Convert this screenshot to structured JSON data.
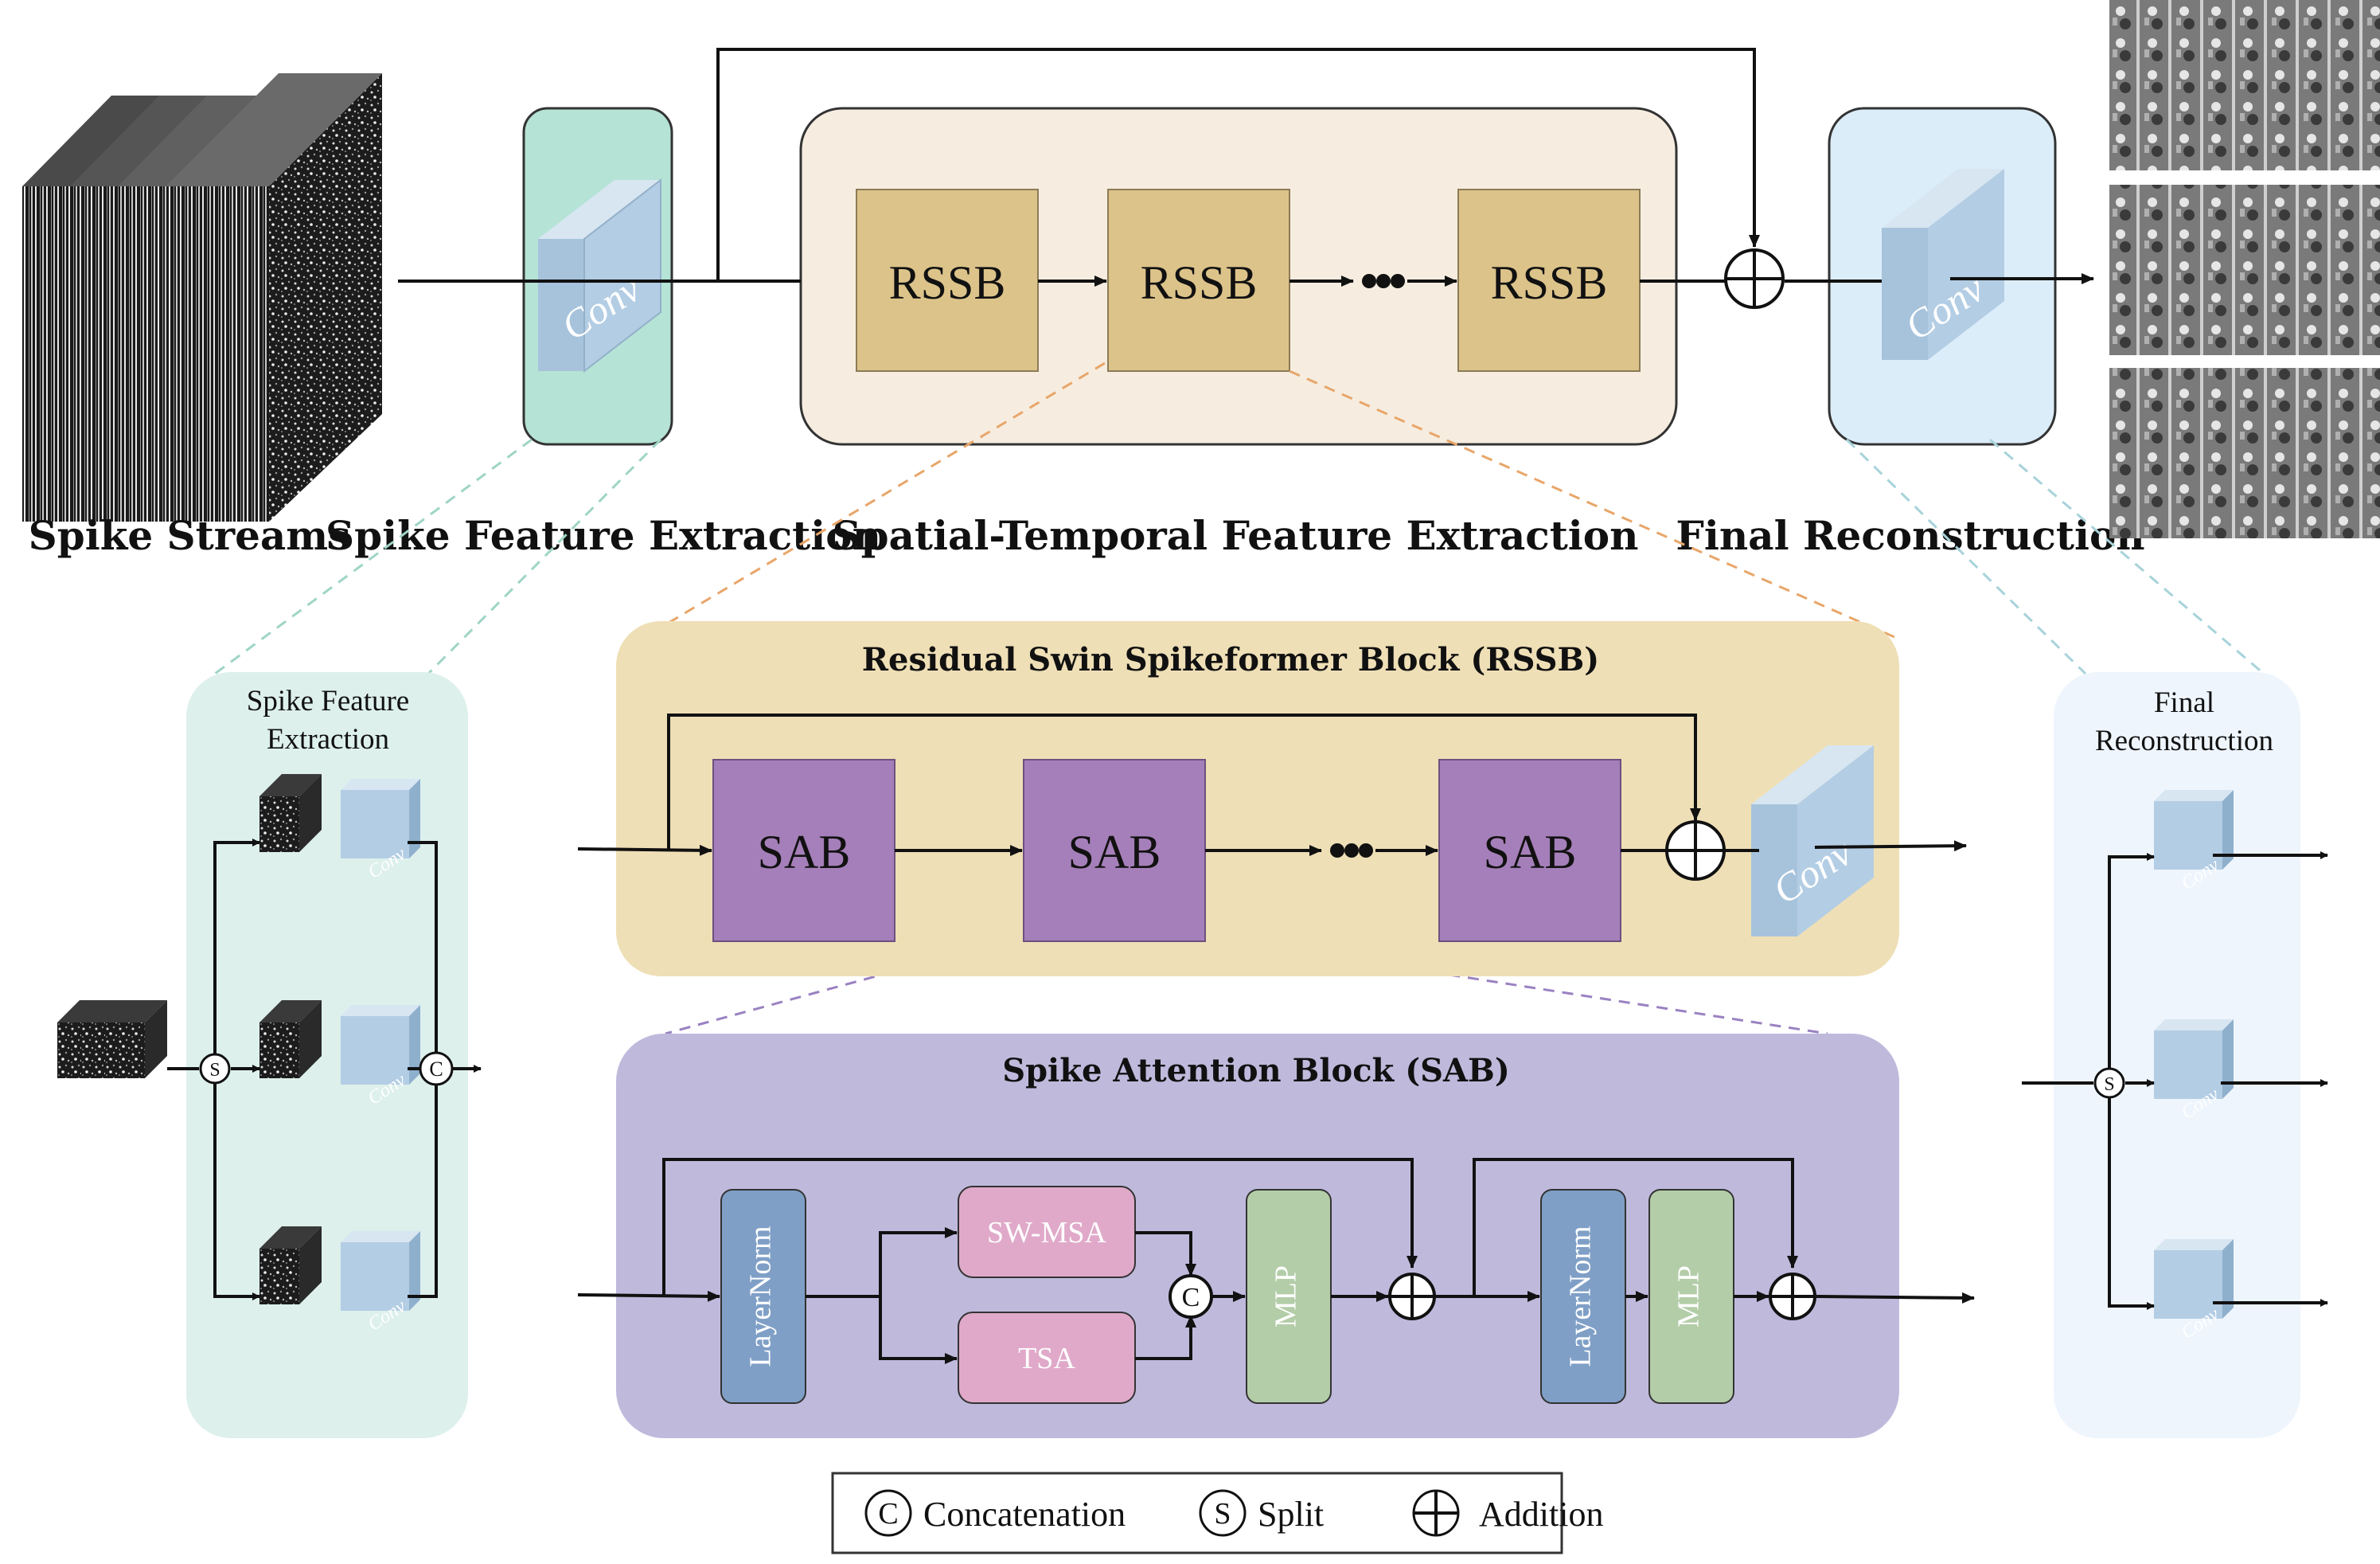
{
  "stages": {
    "spike_streams": "Spike Streams",
    "spike_feature_extraction": "Spike Feature Extraction",
    "spatial_temporal": "Spatial-Temporal Feature Extraction",
    "final_reconstruction": "Final Reconstruction"
  },
  "blocks": {
    "conv": "Conv",
    "rssb": "RSSB",
    "sab": "SAB",
    "layernorm": "LayerNorm",
    "mlp": "MLP",
    "swmsa": "SW-MSA",
    "tsa": "TSA"
  },
  "panels": {
    "sfe_title_line1": "Spike Feature",
    "sfe_title_line2": "Extraction",
    "rssb_title": "Residual Swin Spikeformer Block (RSSB)",
    "sab_title": "Spike Attention Block (SAB)",
    "fr_title_line1": "Final",
    "fr_title_line2": "Reconstruction"
  },
  "operators": {
    "concat_symbol": "C",
    "split_symbol": "S"
  },
  "legend": {
    "concat_symbol": "C",
    "concat_label": "Concatenation",
    "split_symbol": "S",
    "split_label": "Split",
    "addition_label": "Addition"
  },
  "colors": {
    "rssb_block": "#dcc38a",
    "sab_block": "#a57fb9",
    "layernorm": "#7f9fc6",
    "mlp": "#b3cda8",
    "swmsa_tsa": "#e0a9c9",
    "conv": "#b3cde4",
    "sfe_panel": "#b5e3d6",
    "stfe_panel": "#f6ede0",
    "fr_panel": "#dcedfa",
    "rssb_panel": "#efdfb6",
    "sab_panel": "#bfbadc"
  }
}
